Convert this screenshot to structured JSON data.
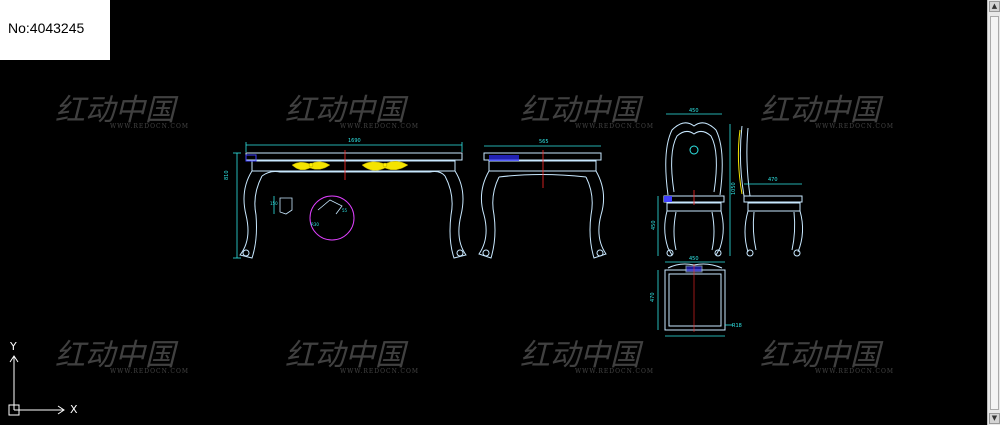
{
  "image_id_label": "No:4043245",
  "watermark": {
    "mark": "红动中国",
    "sub": "WWW.REDOCN.COM"
  },
  "ucs": {
    "x_label": "X",
    "y_label": "Y"
  },
  "dims": {
    "table_length": "1690",
    "table_height": "810",
    "table_depth": "565",
    "detail_a": "150",
    "detail_b": "R30",
    "detail_c": "55",
    "chair_width": "450",
    "chair_height": "1050",
    "chair_seat": "450",
    "chair_side_depth": "470",
    "plan_width": "450",
    "plan_depth": "470",
    "plan_note": "R18"
  },
  "colors": {
    "line": "#c8e8ff",
    "cyan": "#30e8e8",
    "yellow": "#f4e400",
    "red": "#ff2a2a",
    "magenta": "#e040ff",
    "blue": "#4040ff"
  }
}
